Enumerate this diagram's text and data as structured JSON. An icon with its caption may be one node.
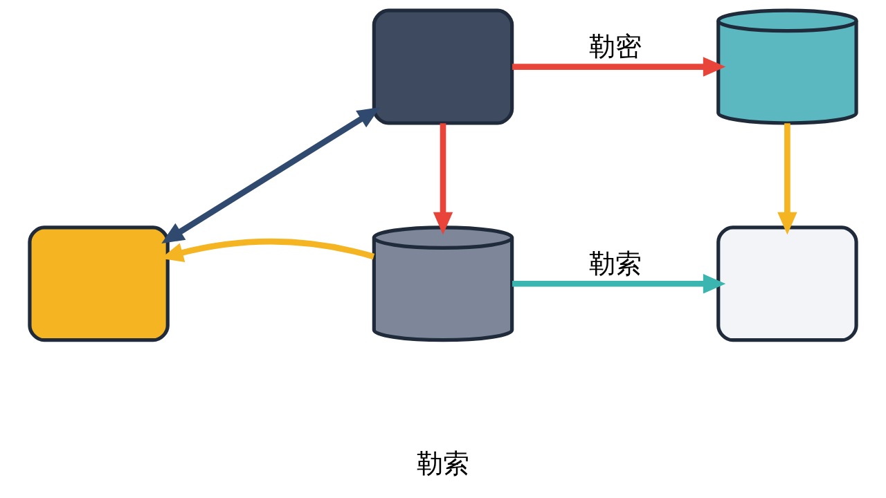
{
  "diagram": {
    "nodes": [
      {
        "text": [],
        "shape": "box"
      },
      {
        "text": [],
        "shape": "cylinder"
      },
      {
        "text": [],
        "shape": "box"
      },
      {
        "text": [],
        "shape": "cylinder"
      },
      {
        "text": [],
        "shape": "box"
      }
    ],
    "edges": [
      {
        "from": 0,
        "to": 1,
        "arrow": "to",
        "label": "勒密",
        "color": "#e8443a"
      },
      {
        "from": 0,
        "to": 3,
        "arrow": "to",
        "color": "#e8443a"
      },
      {
        "from": 1,
        "to": 4,
        "arrow": "to",
        "color": "#f5b421"
      },
      {
        "from": 3,
        "to": 2,
        "arrow": "to",
        "color": "#f5b421"
      },
      {
        "from": 3,
        "to": 4,
        "arrow": "to",
        "label": "勒索",
        "color": "#3ab5b0"
      },
      {
        "from": 0,
        "to": 2,
        "arrow": "both",
        "color": "#2f4a6e"
      }
    ],
    "labels": [
      "勒索"
    ]
  }
}
